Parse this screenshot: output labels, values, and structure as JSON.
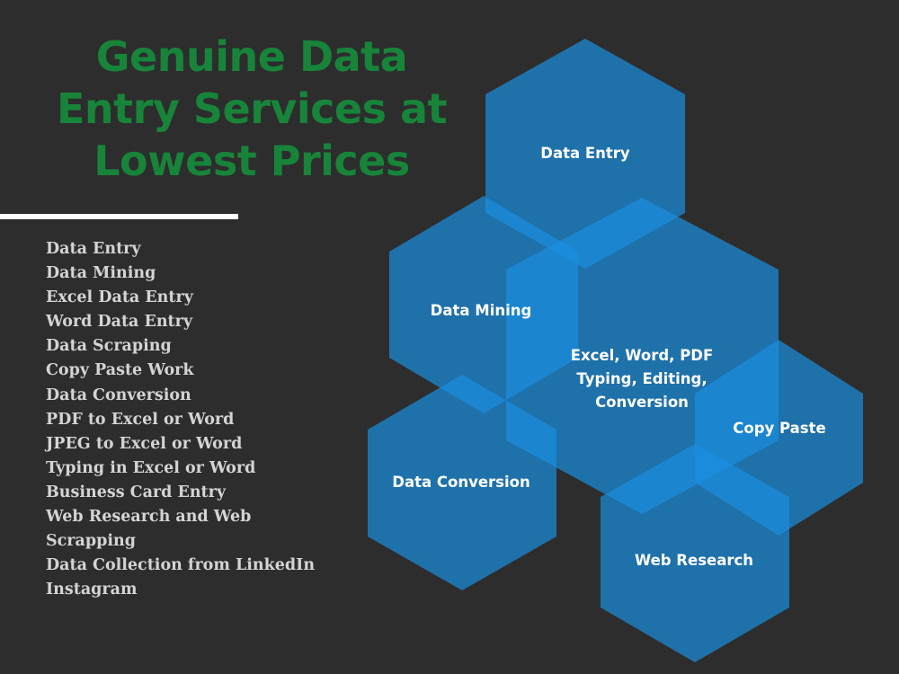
{
  "headline": {
    "line1": "Genuine Data",
    "line2": "Entry Services at",
    "line3": "Lowest Prices"
  },
  "services": [
    "Data Entry",
    "Data Mining",
    "Excel Data Entry",
    "Word Data Entry",
    "Data Scraping",
    "Copy Paste Work",
    "Data Conversion",
    "PDF to Excel or Word",
    "JPEG to Excel or Word",
    "Typing in Excel or Word",
    "Business Card Entry",
    "Web Research and Web",
    "Scrapping",
    "Data Collection from LinkedIn",
    "Instagram"
  ],
  "hexagons": {
    "data_entry": "Data Entry",
    "data_mining": "Data Mining",
    "excel_word_pdf": {
      "line1": "Excel, Word, PDF",
      "line2": "Typing, Editing,",
      "line3": "Conversion"
    },
    "copy_paste": "Copy Paste",
    "data_conversion": "Data Conversion",
    "web_research": "Web Research"
  },
  "colors": {
    "background": "#2d2d2d",
    "headline": "#17843a",
    "hexagon_fill": "#1a8fe0",
    "list_text": "#d4d4d4",
    "divider": "#ffffff"
  }
}
